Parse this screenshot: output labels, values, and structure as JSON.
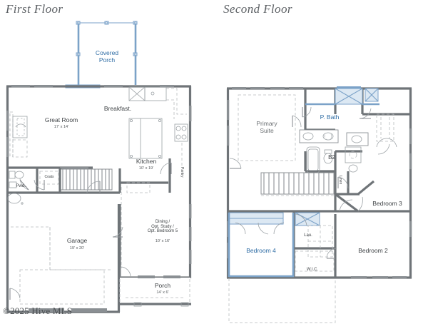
{
  "document": {
    "type": "floor-plan",
    "copyright": "©2025 Hive MLS"
  },
  "floors": [
    {
      "id": "first-floor",
      "title": "First Floor",
      "rooms": [
        {
          "id": "covered-porch",
          "name": "Covered",
          "name2": "Porch",
          "dim": "",
          "color": "#2e6ca4"
        },
        {
          "id": "great-room",
          "name": "Great Room",
          "dim": "17' x 14'",
          "color": "#3f4346"
        },
        {
          "id": "breakfast",
          "name": "Breakfast.",
          "dim": "",
          "color": "#3f4346"
        },
        {
          "id": "kitchen",
          "name": "Kitchen",
          "dim": "10' x 19'",
          "color": "#3f4346"
        },
        {
          "id": "pantry",
          "name": "Pantry",
          "dim": "",
          "color": "#54585b"
        },
        {
          "id": "powder",
          "name": "Pwd..",
          "dim": "",
          "color": "#3f4346"
        },
        {
          "id": "coats",
          "name": "Coats",
          "dim": "",
          "color": "#54585b"
        },
        {
          "id": "garage",
          "name": "Garage",
          "dim": "19' x 20'",
          "color": "#3f4346"
        },
        {
          "id": "dining-opt",
          "name": "Dining /",
          "name2": "Opt. Study /",
          "name3": "Opt. Bedroom 5",
          "dim": "10' x 16'",
          "color": "#3f4346"
        },
        {
          "id": "porch",
          "name": "Porch",
          "dim": "14' x 6'",
          "color": "#3f4346"
        }
      ]
    },
    {
      "id": "second-floor",
      "title": "Second Floor",
      "rooms": [
        {
          "id": "primary-suite",
          "name": "Primary",
          "name2": "Suite",
          "dim": "",
          "color": "#6d7174"
        },
        {
          "id": "primary-bath",
          "name": "P. Bath",
          "dim": "",
          "color": "#2e6ca4"
        },
        {
          "id": "bath-2",
          "name": "B2",
          "dim": "",
          "color": "#3f4346"
        },
        {
          "id": "linen",
          "name": "Linen",
          "dim": "",
          "color": "#54585b"
        },
        {
          "id": "bedroom-3",
          "name": "Bedroom 3",
          "dim": "",
          "color": "#3f4346"
        },
        {
          "id": "bedroom-2",
          "name": "Bedroom 2",
          "dim": "",
          "color": "#3f4346"
        },
        {
          "id": "bedroom-4",
          "name": "Bedroom 4",
          "dim": "",
          "color": "#2e6ca4"
        },
        {
          "id": "laundry",
          "name": "Lau.",
          "dim": "",
          "color": "#3f4346"
        },
        {
          "id": "walk-in-closet",
          "name": "W.I.C.",
          "dim": "",
          "color": "#3f4346"
        }
      ]
    }
  ],
  "colors": {
    "wall": "#6f7478",
    "wall_light": "#9aa0a4",
    "accent_blue": "#7ba2c8",
    "accent_blue_fill": "#dce8f3",
    "text_dark": "#3f4346",
    "text_gray": "#6d7174",
    "text_blue": "#2e6ca4",
    "dashed": "#b6bbbe"
  }
}
